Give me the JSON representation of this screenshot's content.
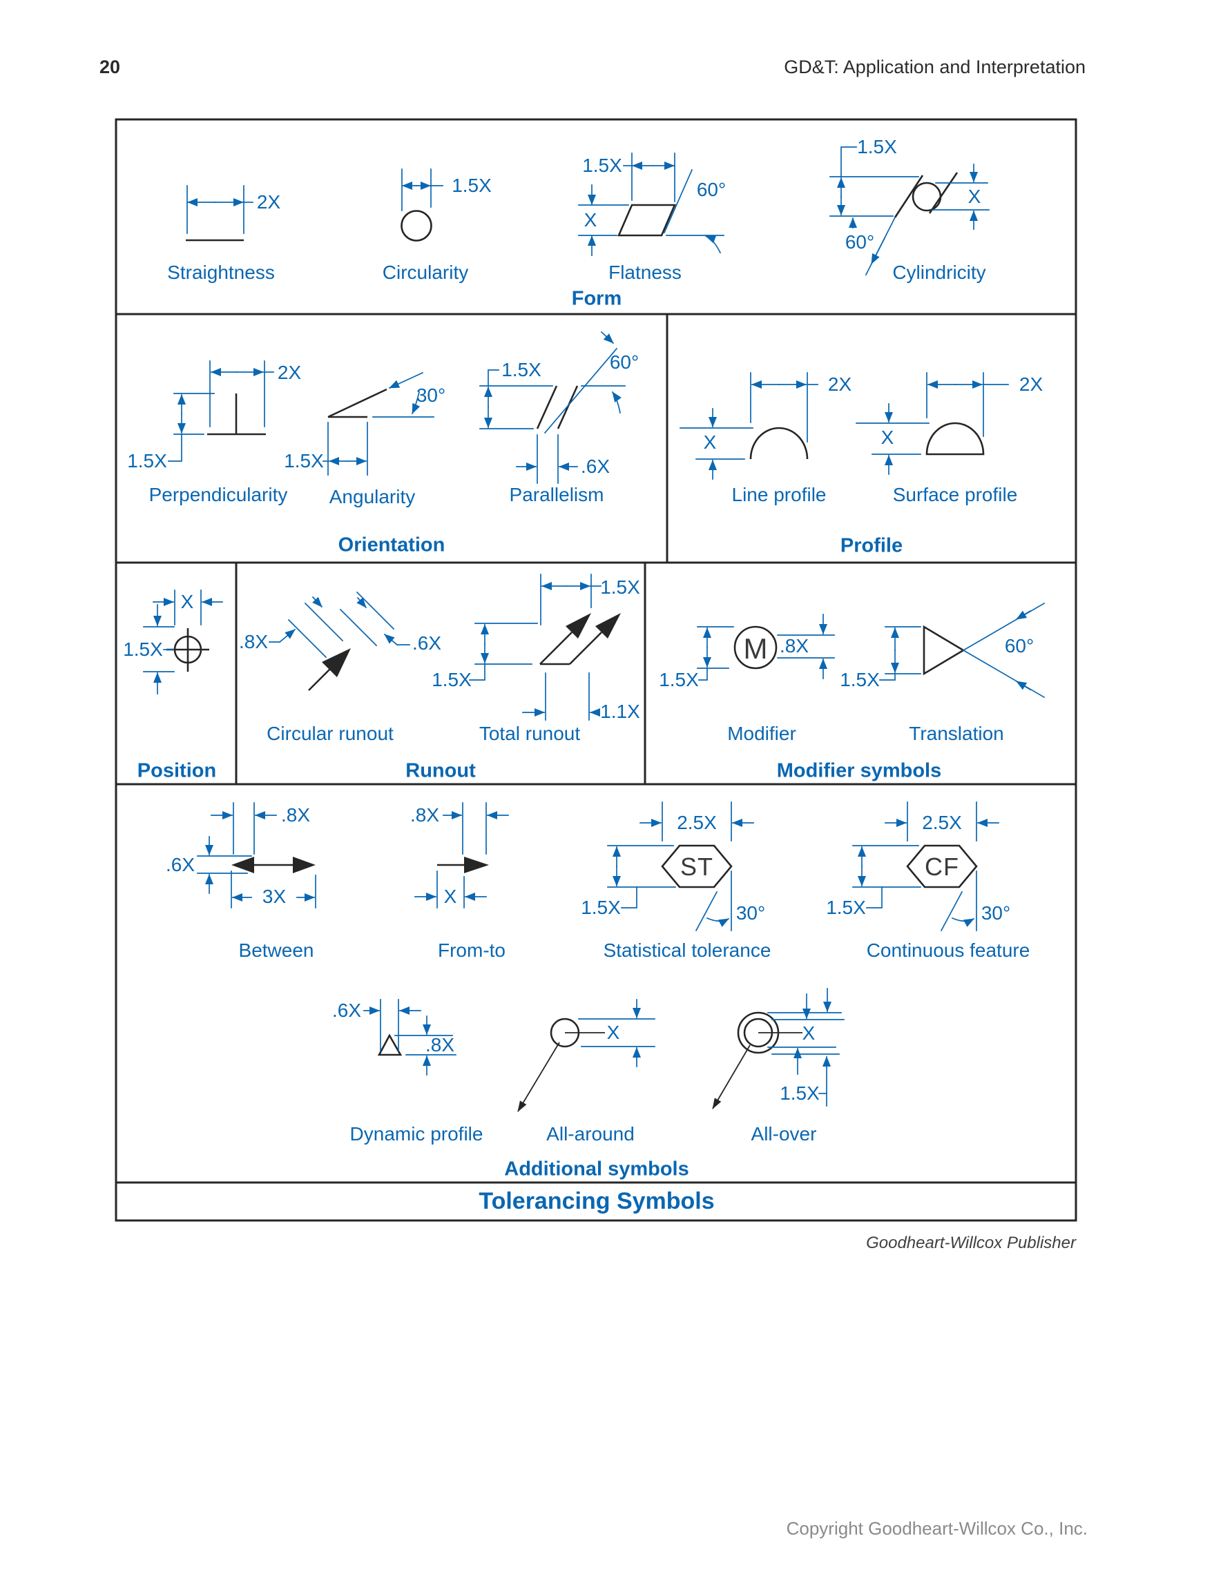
{
  "page": {
    "number": "20",
    "header": "GD&T: Application and Interpretation",
    "credit": "Goodheart-Willcox Publisher",
    "copyright": "Copyright Goodheart-Willcox Co., Inc."
  },
  "colors": {
    "accent": "#0a67b2",
    "ink": "#262626",
    "muted": "#8a8a8a"
  },
  "figure": {
    "title": "Tolerancing Symbols",
    "sections": {
      "form": "Form",
      "orientation": "Orientation",
      "profile": "Profile",
      "position": "Position",
      "runout": "Runout",
      "modifier_symbols": "Modifier symbols",
      "additional": "Additional symbols"
    },
    "symbols": {
      "straightness": {
        "label": "Straightness",
        "dims": {
          "width": "2X"
        }
      },
      "circularity": {
        "label": "Circularity",
        "dims": {
          "width": "1.5X"
        }
      },
      "flatness": {
        "label": "Flatness",
        "dims": {
          "width": "1.5X",
          "height": "X",
          "angle": "60°"
        }
      },
      "cylindricity": {
        "label": "Cylindricity",
        "dims": {
          "height": "1.5X",
          "diameter": "X",
          "angle": "60°"
        }
      },
      "perpendicularity": {
        "label": "Perpendicularity",
        "dims": {
          "width": "2X",
          "height": "1.5X"
        }
      },
      "angularity": {
        "label": "Angularity",
        "dims": {
          "angle": "30°",
          "width": "1.5X"
        }
      },
      "parallelism": {
        "label": "Parallelism",
        "dims": {
          "height": "1.5X",
          "angle": "60°",
          "gap": ".6X"
        }
      },
      "line_profile": {
        "label": "Line profile",
        "dims": {
          "width": "2X",
          "height": "X"
        }
      },
      "surface_profile": {
        "label": "Surface profile",
        "dims": {
          "width": "2X",
          "height": "X"
        }
      },
      "position": {
        "label": "Position",
        "dims": {
          "width": "X",
          "height": "1.5X"
        }
      },
      "circular_runout": {
        "label": "Circular runout",
        "dims": {
          "left": ".8X",
          "right": ".6X"
        }
      },
      "total_runout": {
        "label": "Total runout",
        "dims": {
          "top": "1.5X",
          "left": "1.5X",
          "bottom": "1.1X"
        }
      },
      "modifier": {
        "label": "Modifier",
        "letter": "M",
        "dims": {
          "height": "1.5X",
          "letter_height": ".8X"
        }
      },
      "translation": {
        "label": "Translation",
        "dims": {
          "angle": "60°",
          "height": "1.5X"
        }
      },
      "between": {
        "label": "Between",
        "dims": {
          "head": ".8X",
          "head_height": ".6X",
          "length": "3X"
        }
      },
      "from_to": {
        "label": "From-to",
        "dims": {
          "head": ".8X",
          "shaft": "X"
        }
      },
      "statistical_tolerance": {
        "label": "Statistical tolerance",
        "letters": "ST",
        "dims": {
          "width": "2.5X",
          "height": "1.5X",
          "angle": "30°"
        }
      },
      "continuous_feature": {
        "label": "Continuous feature",
        "letters": "CF",
        "dims": {
          "width": "2.5X",
          "height": "1.5X",
          "angle": "30°"
        }
      },
      "dynamic_profile": {
        "label": "Dynamic profile",
        "dims": {
          "width": ".6X",
          "height": ".8X"
        }
      },
      "all_around": {
        "label": "All-around",
        "dims": {
          "diameter": "X"
        }
      },
      "all_over": {
        "label": "All-over",
        "dims": {
          "inner": "X",
          "outer": "1.5X"
        }
      }
    }
  }
}
